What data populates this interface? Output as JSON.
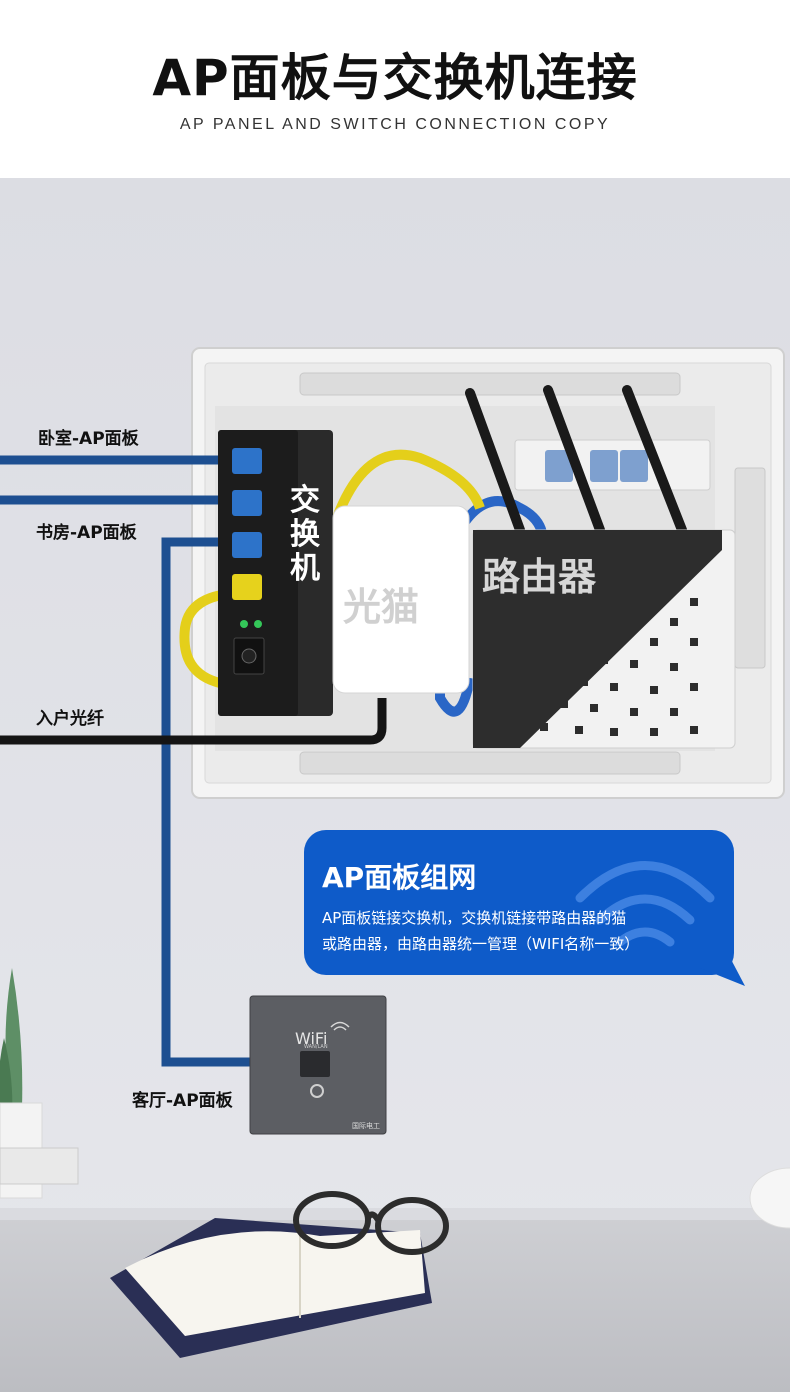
{
  "header": {
    "title": "AP面板与交换机连接",
    "subtitle": "AP PANEL AND SWITCH CONNECTION COPY"
  },
  "labels": {
    "bedroom": "卧室-AP面板",
    "study": "书房-AP面板",
    "fiber": "入户光纤",
    "living": "客厅-AP面板"
  },
  "devices": {
    "switch": "交换机",
    "modem": "光猫",
    "router": "路由器"
  },
  "panel": {
    "wifi": "WiFi",
    "port": "WAN/LAN",
    "brand": "国际电工"
  },
  "bubble": {
    "title": "AP面板组网",
    "line1": "AP面板链接交换机，交换机链接带路由器的猫",
    "line2": "或路由器，由路由器统一管理（WIFI名称一致）"
  },
  "colors": {
    "cable_blue": "#1d4f91",
    "cable_yellow": "#e4cf1a",
    "bubble_blue": "#0e5bc9",
    "router_dark": "#2d2d2d"
  }
}
